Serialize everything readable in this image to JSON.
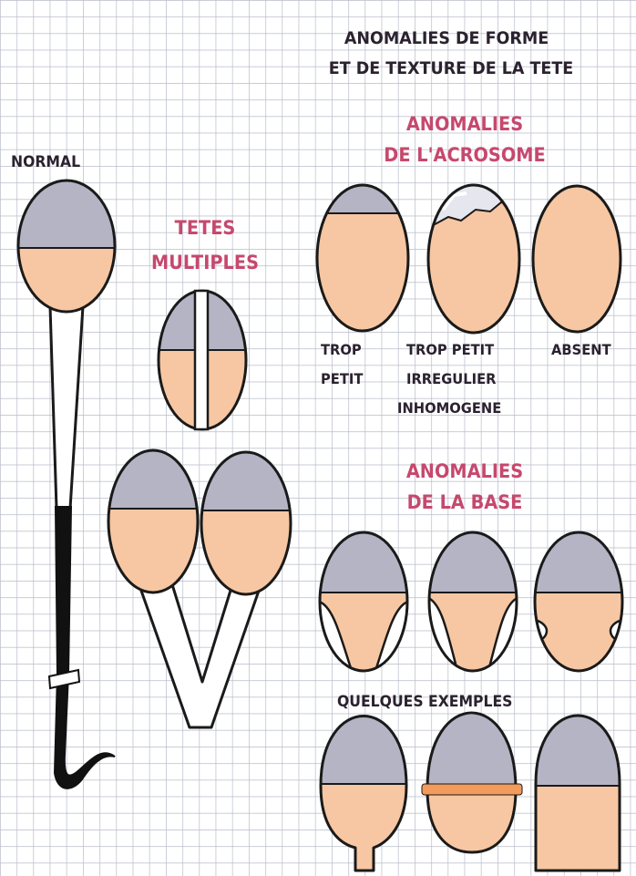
{
  "title": {
    "line1": "ANOMALIES DE FORME",
    "line2": "ET DE TEXTURE DE LA TETE"
  },
  "normal": {
    "label": "NORMAL"
  },
  "multiple": {
    "line1": "TETES",
    "line2": "MULTIPLES"
  },
  "acrosome": {
    "line1": "ANOMALIES",
    "line2": "DE L'ACROSOME",
    "labels": {
      "trop_1": "TROP",
      "petit_1": "PETIT",
      "trop_petit": "TROP PETIT",
      "irregulier": "IRREGULIER",
      "inhomogene": "INHOMOGENE",
      "absent": "ABSENT"
    }
  },
  "base": {
    "line1": "ANOMALIES",
    "line2": "DE LA BASE"
  },
  "examples": {
    "label": "QUELQUES EXEMPLES"
  },
  "colors": {
    "grid_line": "#b7bcc9",
    "acrosome_fill": "#b5b4c4",
    "head_fill": "#f6c7a2",
    "outline": "#1a1a1a",
    "pink_text": "#c6486e",
    "dark_text": "#2b2230",
    "band_fill": "#f29b5b"
  }
}
